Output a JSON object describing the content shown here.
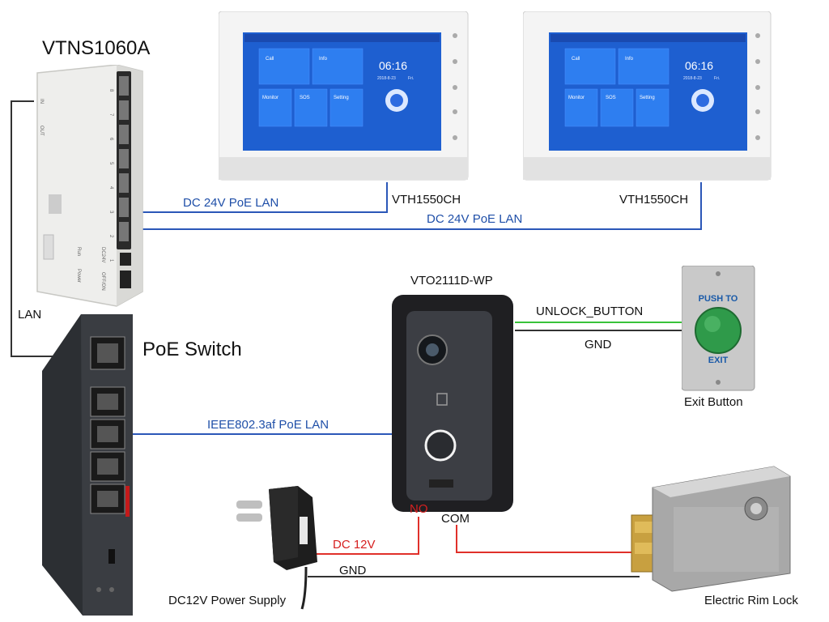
{
  "labels": {
    "vtns_title": "VTNS1060A",
    "poe_switch": "PoE Switch",
    "lan": "LAN",
    "dc24_a": "DC 24V PoE LAN",
    "dc24_b": "DC 24V PoE LAN",
    "vth_a": "VTH1550CH",
    "vth_b": "VTH1550CH",
    "vto": "VTO2111D-WP",
    "unlock_button": "UNLOCK_BUTTON",
    "gnd_button": "GND",
    "exit_button": "Exit Button",
    "ieee": "IEEE802.3af PoE LAN",
    "no": "NO",
    "com": "COM",
    "dc12": "DC 12V",
    "gnd_lock": "GND",
    "power_supply": "DC12V Power Supply",
    "rim_lock": "Electric Rim Lock"
  },
  "monitor": {
    "time": "06:16",
    "date": "2018-8-23",
    "day": "Fri.",
    "tiles": [
      "Call",
      "Info",
      "Monitor",
      "SOS",
      "Setting"
    ]
  },
  "exit_plate": {
    "top_text": "PUSH TO",
    "bottom_text": "EXIT"
  },
  "vtns_ports": {
    "out": "OUT",
    "in": "IN",
    "run": "Run",
    "power": "Power",
    "dc24v": "DC24V",
    "onoff": "OFF/ON",
    "port_numbers": [
      "8",
      "7",
      "6",
      "5",
      "4",
      "3",
      "2",
      "1"
    ]
  },
  "colors": {
    "wire_blue": "#2b57b8",
    "wire_black": "#333333",
    "wire_green": "#39c23a",
    "wire_red": "#e0302a",
    "label_blue": "#1f4fa8",
    "label_red": "#d62020",
    "screen_blue": "#1e5fd0"
  }
}
